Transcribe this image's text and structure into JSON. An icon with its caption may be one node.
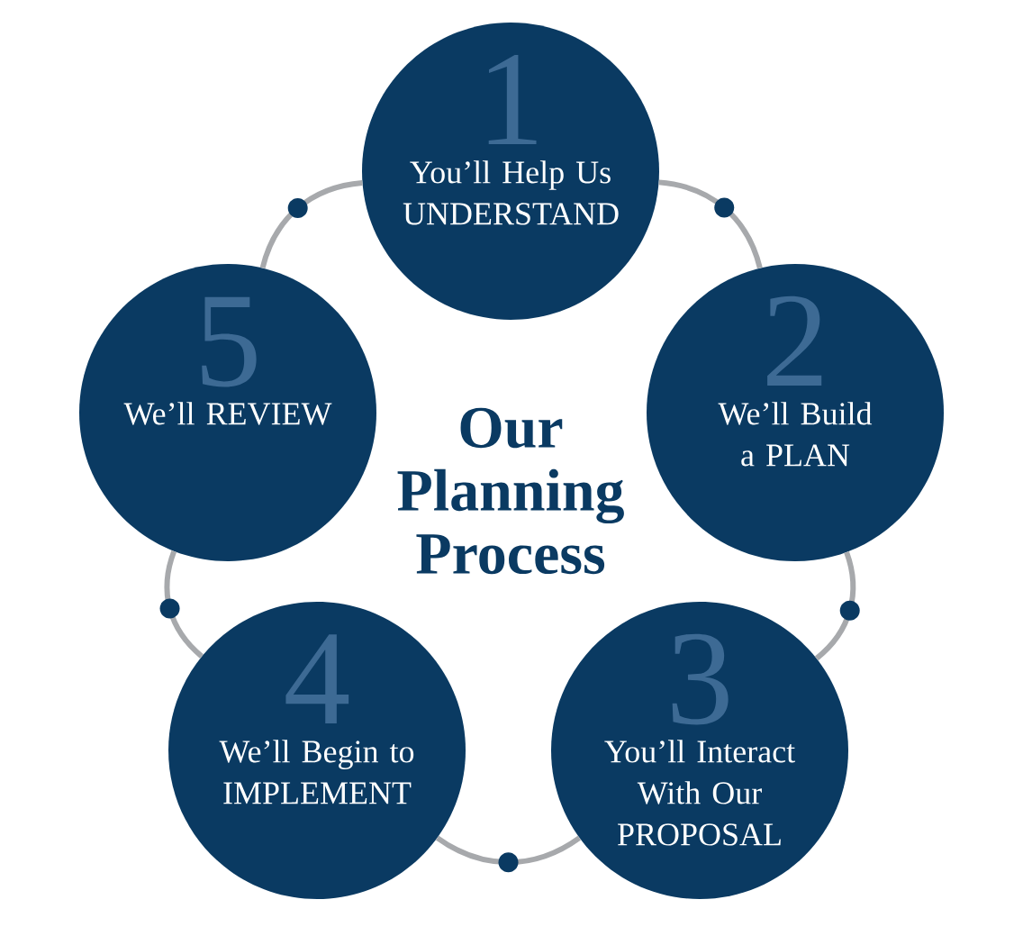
{
  "diagram": {
    "title": "Our Planning Process",
    "nodes": [
      {
        "text": [
          "1",
          "You’ll Help Us UNDERSTAND"
        ]
      },
      {
        "text": [
          "2",
          "We’ll Build a PLAN"
        ]
      },
      {
        "text": [
          "3",
          "You’ll Interact With Our PROPOSAL"
        ]
      },
      {
        "text": [
          "4",
          "We’ll Begin to IMPLEMENT"
        ]
      },
      {
        "text": [
          "5",
          "We’ll REVIEW"
        ]
      }
    ],
    "edges": [
      {
        "from": 0,
        "to": 1,
        "arrow": "none"
      },
      {
        "from": 1,
        "to": 2,
        "arrow": "none"
      },
      {
        "from": 2,
        "to": 3,
        "arrow": "none"
      },
      {
        "from": 3,
        "to": 4,
        "arrow": "none"
      },
      {
        "from": 4,
        "to": 0,
        "arrow": "none"
      }
    ]
  }
}
